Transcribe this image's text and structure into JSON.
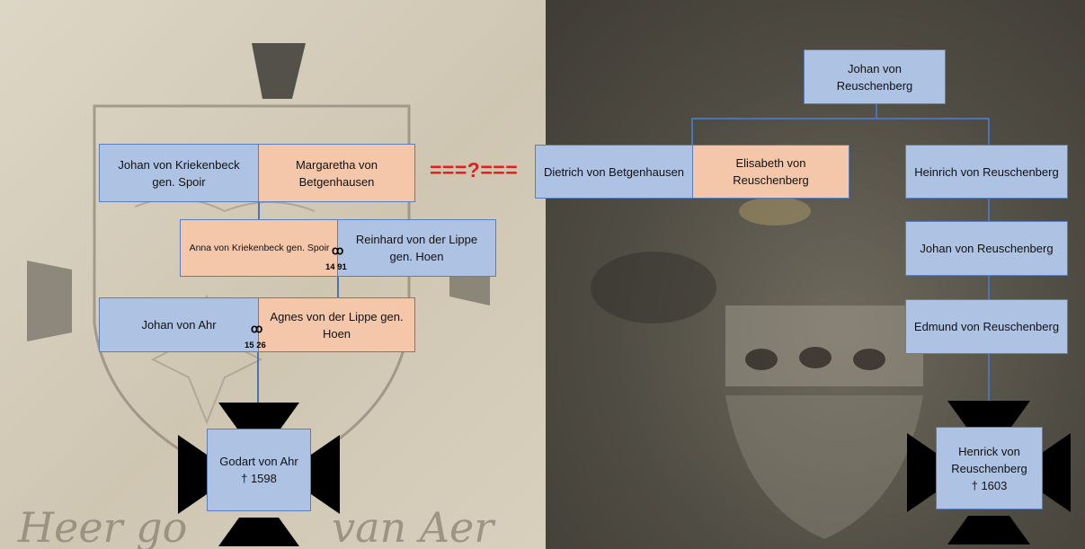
{
  "left_tree": {
    "couple1": {
      "husband": "Johan von Kriekenbeck gen. Spoir",
      "wife": "Margaretha von Betgenhausen"
    },
    "couple2": {
      "wife": "Anna von Kriekenbeck gen. Spoir",
      "husband": "Reinhard von der Lippe gen. Hoen",
      "marriage_year": "14 91"
    },
    "couple3": {
      "husband": "Johan von Ahr",
      "wife": "Agnes von der Lippe gen. Hoen",
      "marriage_year": "15 26"
    },
    "deceased": {
      "name": "Godart von Ahr",
      "death": "† 1598"
    }
  },
  "link_text": "===?===",
  "right_tree": {
    "root": "Johan von Reuschenberg",
    "couple": {
      "husband": "Dietrich von Betgenhausen",
      "wife": "Elisabeth von Reuschenberg"
    },
    "sibling": "Heinrich von Reuschenberg",
    "chain": [
      "Johan von Reuschenberg",
      "Edmund von Reuschenberg"
    ],
    "deceased": {
      "name": "Henrick von Reuschenberg",
      "death": "† 1603"
    }
  },
  "background_text": "Heer go           van Aer",
  "colors": {
    "male_box": "#aec3e3",
    "female_box": "#f5c7aa",
    "connector": "#4c72b8",
    "question_link": "#ea1d1d",
    "cross": "#000000"
  }
}
